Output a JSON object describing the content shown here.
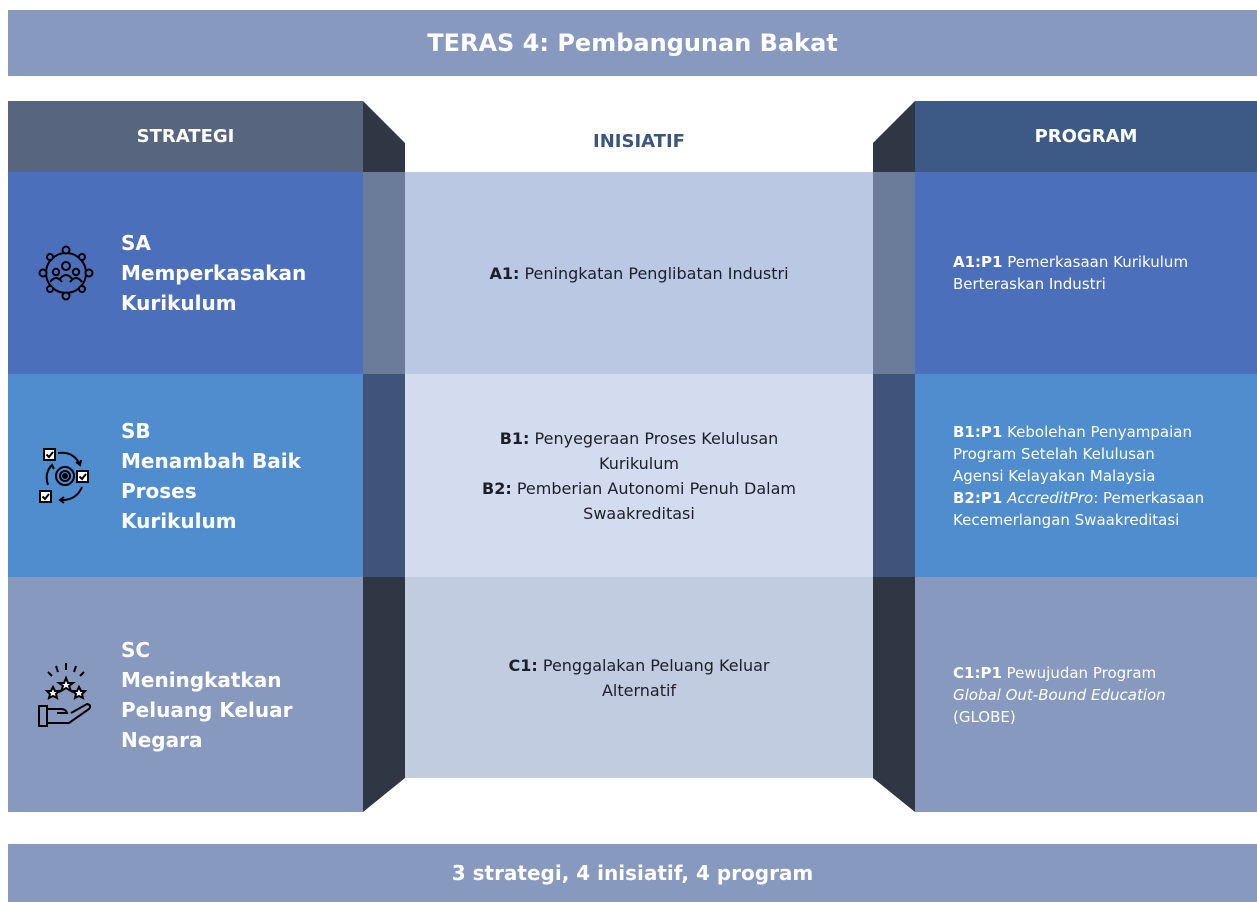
{
  "title": "TERAS 4: Pembangunan Bakat",
  "headers": {
    "strategy": "STRATEGI",
    "initiative": "INISIATIF",
    "program": "PROGRAM"
  },
  "rows": [
    {
      "code": "SA",
      "strategy_lines": [
        "Memperkasakan",
        "Kurikulum"
      ],
      "icon": "people-network-icon",
      "initiatives": [
        {
          "code": "A1:",
          "lines": [
            "Peningkatan Penglibatan Industri"
          ]
        }
      ],
      "programs": [
        {
          "code": "A1:P1",
          "lines": [
            "Pemerkasaan Kurikulum",
            "Berteraskan Industri"
          ]
        }
      ]
    },
    {
      "code": "SB",
      "strategy_lines": [
        "Menambah Baik",
        "Proses",
        "Kurikulum"
      ],
      "icon": "process-cycle-icon",
      "initiatives": [
        {
          "code": "B1:",
          "lines": [
            "Penyegeraan Proses Kelulusan",
            "Kurikulum"
          ]
        },
        {
          "code": "B2:",
          "lines": [
            "Pemberian Autonomi Penuh Dalam",
            "Swaakreditasi"
          ]
        }
      ],
      "programs": [
        {
          "code": "B1:P1",
          "lines": [
            "Kebolehan Penyampaian",
            "Program Setelah Kelulusan",
            "Agensi Kelayakan Malaysia"
          ]
        },
        {
          "code": "B2:P1",
          "italic": "AccreditPro",
          "lines": [
            ": Pemerkasaan",
            "Kecemerlangan Swaakreditasi"
          ]
        }
      ]
    },
    {
      "code": "SC",
      "strategy_lines": [
        "Meningkatkan",
        "Peluang Keluar",
        "Negara"
      ],
      "icon": "hand-stars-icon",
      "initiatives": [
        {
          "code": "C1:",
          "lines": [
            "Penggalakan Peluang Keluar",
            "Alternatif"
          ]
        }
      ],
      "programs": [
        {
          "code": "C1:P1",
          "lines": [
            "Pewujudan Program"
          ],
          "italic_lines": [
            "Global Out-Bound Education"
          ],
          "tail_lines": [
            "(GLOBE)"
          ]
        }
      ]
    }
  ],
  "footer": "3 strategi, 4 inisiatif, 4 program",
  "colors": {
    "banner": "#8799bf",
    "strategy_header": "#58657e",
    "program_header": "#3c5a85",
    "initiative_header_text": "#3a5680",
    "row1": "#4c6fbb",
    "row2": "#4f8dcf",
    "row3": "#8799bf",
    "connector_dark": "#2f3644"
  }
}
